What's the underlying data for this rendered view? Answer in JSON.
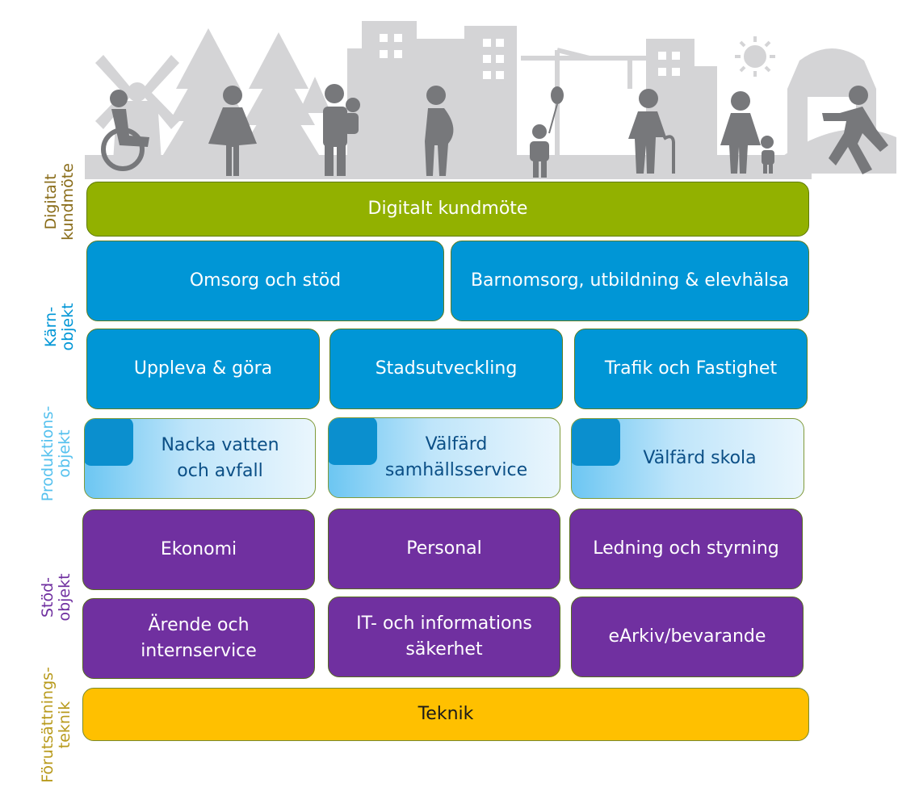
{
  "colors": {
    "green": "#92b100",
    "blue": "#0096d6",
    "light_blue": "#bfe5fa",
    "purple": "#7030a0",
    "yellow": "#ffc000",
    "skyline_gray": "#d4d4d6",
    "people_gray": "#77787b",
    "label_olive": "#8a6d1a",
    "label_blue": "#0096d6",
    "label_light_blue": "#56c1ee",
    "label_purple": "#7030a0",
    "label_yellow": "#b89a1c"
  },
  "header_illustration": {
    "icons": [
      "windmill-icon",
      "tree-icon",
      "building-icon",
      "crane-icon",
      "sun-icon",
      "barn-icon",
      "wheelchair-user-icon",
      "woman-icon",
      "man-with-child-icon",
      "pregnant-woman-icon",
      "child-with-balloon-icon",
      "elderly-with-cane-icon",
      "adult-with-child-icon",
      "runner-icon"
    ]
  },
  "side_labels": {
    "digital": [
      "Digitalt",
      "kundmöte"
    ],
    "core": [
      "Kärn-",
      "objekt"
    ],
    "production": [
      "Produktions-",
      "objekt"
    ],
    "support": [
      "Stöd-",
      "objekt"
    ],
    "prerequisite": [
      "Förutsättnings-",
      "teknik"
    ]
  },
  "digital_layer": {
    "label": "Digitalt kundmöte"
  },
  "core_layer": {
    "row1": [
      "Omsorg och stöd",
      "Barnomsorg, utbildning & elevhälsa"
    ],
    "row2": [
      "Uppleva & göra",
      "Stadsutveckling",
      "Trafik och Fastighet"
    ]
  },
  "production_layer": {
    "items": [
      [
        "Nacka vatten",
        "och avfall"
      ],
      [
        "Välfärd",
        "samhällsservice"
      ],
      [
        "Välfärd skola"
      ]
    ]
  },
  "support_layer": {
    "row1": [
      "Ekonomi",
      "Personal",
      "Ledning och styrning"
    ],
    "row2": [
      [
        "Ärende och",
        "internservice"
      ],
      [
        "IT- och informations",
        "säkerhet"
      ],
      [
        "eArkiv/bevarande"
      ]
    ]
  },
  "technology_layer": {
    "label": "Teknik"
  }
}
